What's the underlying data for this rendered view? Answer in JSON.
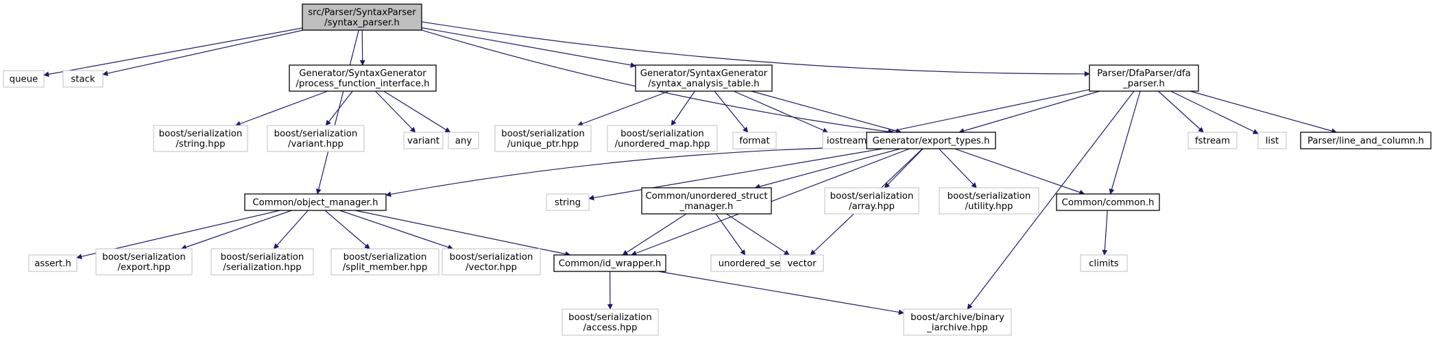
{
  "colors": {
    "root_fill": "#bfbfbf",
    "internal_stroke": "#000000",
    "external_stroke": "#bfbfbf",
    "text": "#000000",
    "edge": "#191970"
  },
  "nodes": [
    {
      "id": "root",
      "kind": "root",
      "lines": [
        "src/Parser/SyntaxParser",
        "/syntax_parser.h"
      ]
    },
    {
      "id": "queue",
      "kind": "external",
      "lines": [
        "queue"
      ]
    },
    {
      "id": "stack",
      "kind": "external",
      "lines": [
        "stack"
      ]
    },
    {
      "id": "pfi",
      "kind": "internal",
      "lines": [
        "Generator/SyntaxGenerator",
        "/process_function_interface.h"
      ]
    },
    {
      "id": "sat",
      "kind": "internal",
      "lines": [
        "Generator/SyntaxGenerator",
        "/syntax_analysis_table.h"
      ]
    },
    {
      "id": "dfa",
      "kind": "internal",
      "lines": [
        "Parser/DfaParser/dfa",
        "_parser.h"
      ]
    },
    {
      "id": "bs_string",
      "kind": "external",
      "lines": [
        "boost/serialization",
        "/string.hpp"
      ]
    },
    {
      "id": "bs_variant",
      "kind": "external",
      "lines": [
        "boost/serialization",
        "/variant.hpp"
      ]
    },
    {
      "id": "variant",
      "kind": "external",
      "lines": [
        "variant"
      ]
    },
    {
      "id": "any",
      "kind": "external",
      "lines": [
        "any"
      ]
    },
    {
      "id": "bs_unique_ptr",
      "kind": "external",
      "lines": [
        "boost/serialization",
        "/unique_ptr.hpp"
      ]
    },
    {
      "id": "bs_unordered_map",
      "kind": "external",
      "lines": [
        "boost/serialization",
        "/unordered_map.hpp"
      ]
    },
    {
      "id": "format",
      "kind": "external",
      "lines": [
        "format"
      ]
    },
    {
      "id": "iostream",
      "kind": "external",
      "lines": [
        "iostream"
      ]
    },
    {
      "id": "export_types",
      "kind": "internal",
      "lines": [
        "Generator/export_types.h"
      ]
    },
    {
      "id": "fstream",
      "kind": "external",
      "lines": [
        "fstream"
      ]
    },
    {
      "id": "list",
      "kind": "external",
      "lines": [
        "list"
      ]
    },
    {
      "id": "line_col",
      "kind": "internal",
      "lines": [
        "Parser/line_and_column.h"
      ]
    },
    {
      "id": "object_manager",
      "kind": "internal",
      "lines": [
        "Common/object_manager.h"
      ]
    },
    {
      "id": "string",
      "kind": "external",
      "lines": [
        "string"
      ]
    },
    {
      "id": "usm",
      "kind": "internal",
      "lines": [
        "Common/unordered_struct",
        "_manager.h"
      ]
    },
    {
      "id": "bs_array",
      "kind": "external",
      "lines": [
        "boost/serialization",
        "/array.hpp"
      ]
    },
    {
      "id": "bs_utility",
      "kind": "external",
      "lines": [
        "boost/serialization",
        "/utility.hpp"
      ]
    },
    {
      "id": "common",
      "kind": "internal",
      "lines": [
        "Common/common.h"
      ]
    },
    {
      "id": "assert",
      "kind": "external",
      "lines": [
        "assert.h"
      ]
    },
    {
      "id": "bs_export",
      "kind": "external",
      "lines": [
        "boost/serialization",
        "/export.hpp"
      ]
    },
    {
      "id": "bs_serialization",
      "kind": "external",
      "lines": [
        "boost/serialization",
        "/serialization.hpp"
      ]
    },
    {
      "id": "bs_split_member",
      "kind": "external",
      "lines": [
        "boost/serialization",
        "/split_member.hpp"
      ]
    },
    {
      "id": "bs_vector",
      "kind": "external",
      "lines": [
        "boost/serialization",
        "/vector.hpp"
      ]
    },
    {
      "id": "id_wrapper",
      "kind": "internal",
      "lines": [
        "Common/id_wrapper.h"
      ]
    },
    {
      "id": "unordered_set",
      "kind": "external",
      "lines": [
        "unordered_set"
      ]
    },
    {
      "id": "vector",
      "kind": "external",
      "lines": [
        "vector"
      ]
    },
    {
      "id": "climits",
      "kind": "external",
      "lines": [
        "climits"
      ]
    },
    {
      "id": "bs_access",
      "kind": "external",
      "lines": [
        "boost/serialization",
        "/access.hpp"
      ]
    },
    {
      "id": "binary_iarchive",
      "kind": "external",
      "lines": [
        "boost/archive/binary",
        "_iarchive.hpp"
      ]
    }
  ],
  "edges": [
    [
      "root",
      "queue"
    ],
    [
      "root",
      "stack"
    ],
    [
      "root",
      "pfi"
    ],
    [
      "root",
      "sat"
    ],
    [
      "root",
      "dfa"
    ],
    [
      "root",
      "object_manager"
    ],
    [
      "root",
      "export_types"
    ],
    [
      "pfi",
      "bs_string"
    ],
    [
      "pfi",
      "bs_variant"
    ],
    [
      "pfi",
      "variant"
    ],
    [
      "pfi",
      "any"
    ],
    [
      "sat",
      "bs_unique_ptr"
    ],
    [
      "sat",
      "bs_unordered_map"
    ],
    [
      "sat",
      "format"
    ],
    [
      "sat",
      "iostream"
    ],
    [
      "sat",
      "export_types"
    ],
    [
      "dfa",
      "iostream"
    ],
    [
      "dfa",
      "export_types"
    ],
    [
      "dfa",
      "fstream"
    ],
    [
      "dfa",
      "list"
    ],
    [
      "dfa",
      "line_col"
    ],
    [
      "dfa",
      "common"
    ],
    [
      "dfa",
      "binary_iarchive"
    ],
    [
      "export_types",
      "object_manager"
    ],
    [
      "export_types",
      "string"
    ],
    [
      "export_types",
      "id_wrapper"
    ],
    [
      "export_types",
      "usm"
    ],
    [
      "export_types",
      "bs_array"
    ],
    [
      "export_types",
      "bs_utility"
    ],
    [
      "export_types",
      "common"
    ],
    [
      "export_types",
      "vector"
    ],
    [
      "object_manager",
      "assert"
    ],
    [
      "object_manager",
      "bs_export"
    ],
    [
      "object_manager",
      "bs_serialization"
    ],
    [
      "object_manager",
      "bs_split_member"
    ],
    [
      "object_manager",
      "bs_vector"
    ],
    [
      "object_manager",
      "id_wrapper"
    ],
    [
      "usm",
      "id_wrapper"
    ],
    [
      "usm",
      "unordered_set"
    ],
    [
      "usm",
      "vector"
    ],
    [
      "common",
      "climits"
    ],
    [
      "id_wrapper",
      "bs_access"
    ],
    [
      "id_wrapper",
      "binary_iarchive"
    ]
  ]
}
